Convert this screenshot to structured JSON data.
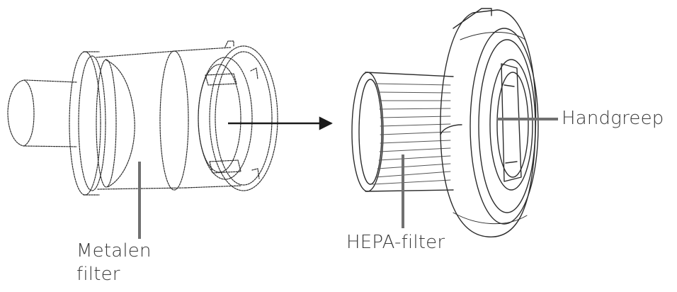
{
  "labels": {
    "metal_filter_line1": "Metalen",
    "metal_filter_line2": "filter",
    "hepa_filter": "HEPA-filter",
    "handle": "Handgreep"
  },
  "colors": {
    "line": "#2c2c2c",
    "leader": "#707070",
    "text": "#3a3a3a"
  }
}
